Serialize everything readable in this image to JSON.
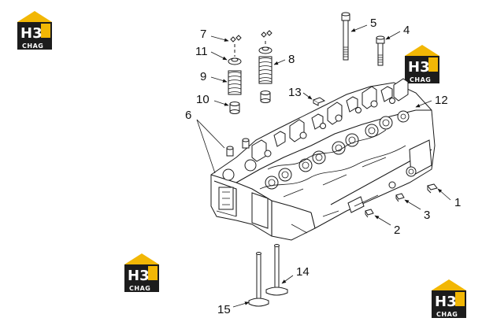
{
  "callouts": {
    "c1": "1",
    "c2": "2",
    "c3": "3",
    "c4": "4",
    "c5": "5",
    "c6": "6",
    "c7": "7",
    "c8": "8",
    "c9": "9",
    "c10": "10",
    "c11": "11",
    "c12": "12",
    "c13": "13",
    "c14": "14",
    "c15": "15"
  },
  "watermark": {
    "letters": "H3",
    "sub": "CHAG",
    "colors": {
      "roof": "#f2b705",
      "body": "#1c1c1c",
      "text": "#ffffff"
    }
  }
}
